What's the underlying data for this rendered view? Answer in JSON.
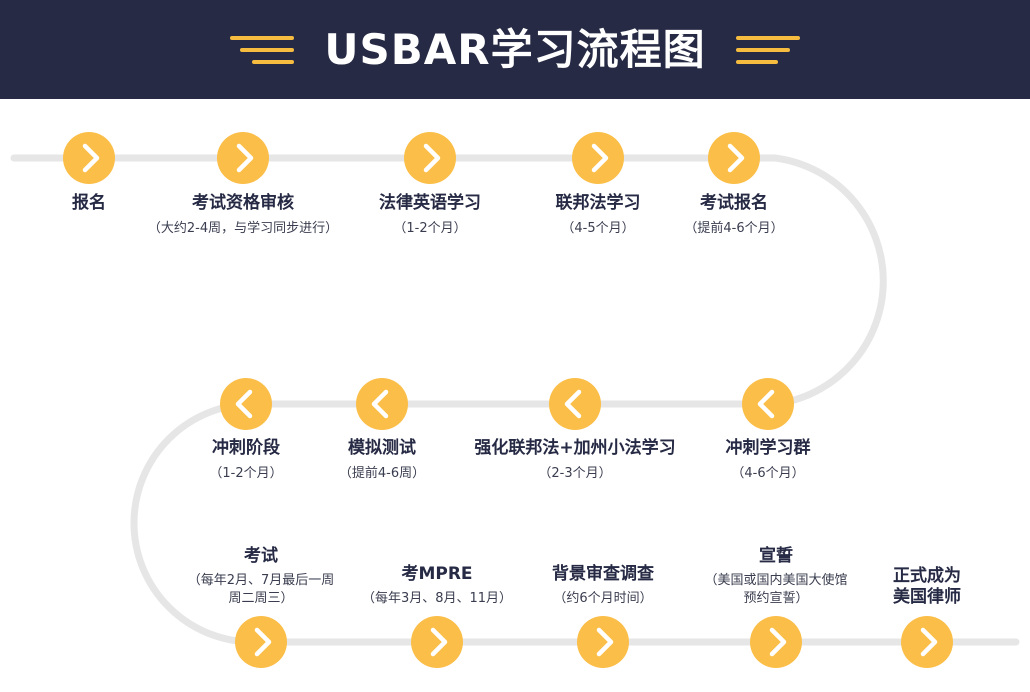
{
  "header": {
    "title": "USBAR学习流程图"
  },
  "colors": {
    "header_bg": "#262a44",
    "accent": "#f5bc3f",
    "node": "#fbbe48",
    "path": "#e6e6e6"
  },
  "steps": [
    {
      "label": "报名",
      "note": "",
      "icon": "chevron-right-icon"
    },
    {
      "label": "考试资格审核",
      "note": "（大约2-4周，与学习同步进行）",
      "icon": "chevron-right-icon"
    },
    {
      "label": "法律英语学习",
      "note": "（1-2个月）",
      "icon": "chevron-right-icon"
    },
    {
      "label": "联邦法学习",
      "note": "（4-5个月）",
      "icon": "chevron-right-icon"
    },
    {
      "label": "考试报名",
      "note": "（提前4-6个月）",
      "icon": "chevron-right-icon"
    },
    {
      "label": "冲刺学习群",
      "note": "（4-6个月）",
      "icon": "chevron-left-icon"
    },
    {
      "label": "强化联邦法+加州小法学习",
      "note": "（2-3个月）",
      "icon": "chevron-left-icon"
    },
    {
      "label": "模拟测试",
      "note": "（提前4-6周）",
      "icon": "chevron-left-icon"
    },
    {
      "label": "冲刺阶段",
      "note": "（1-2个月）",
      "icon": "chevron-left-icon"
    },
    {
      "label": "考试",
      "note": "（每年2月、7月最后一周",
      "note2": "周二周三）",
      "icon": "chevron-right-icon"
    },
    {
      "label": "考MPRE",
      "note": "（每年3月、8月、11月）",
      "icon": "chevron-right-icon"
    },
    {
      "label": "背景审查调查",
      "note": "（约6个月时间）",
      "icon": "chevron-right-icon"
    },
    {
      "label": "宣誓",
      "note": "（美国或国内美国大使馆",
      "note2": "预约宣誓）",
      "icon": "chevron-right-icon"
    },
    {
      "label": "正式成为",
      "label2": "美国律师",
      "icon": "chevron-right-icon"
    }
  ]
}
